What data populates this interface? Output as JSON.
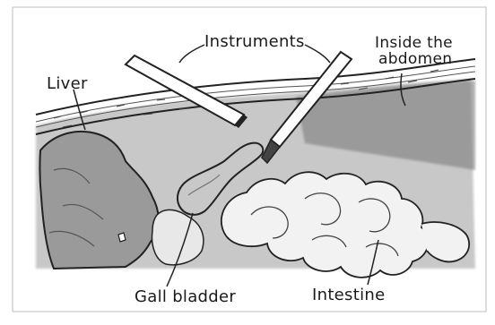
{
  "labels": {
    "instruments": "Instruments",
    "abdomen_line1": "Inside the",
    "abdomen_line2": "abdomen",
    "liver": "Liver",
    "gall_bladder": "Gall bladder",
    "intestine": "Intestine"
  }
}
